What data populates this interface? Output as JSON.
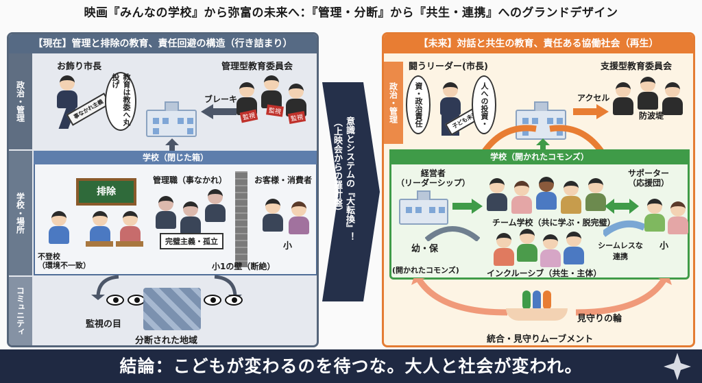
{
  "title": "映画『みんなの学校』から弥富の未来へ：『管理・分断』から『共生・連携』へのグランドデザイン",
  "left": {
    "header": "【現在】管理と排除の教育、責任回避の構造（行き詰まり）",
    "side_governance": "政治・管理",
    "side_school": "学校・場所",
    "side_community": "コミュニティ",
    "mayor_label": "お飾り市長",
    "mayor_bubble": "教育は教委へ丸投げ",
    "mayor_sash": "事なかれ主義",
    "board_label": "管理型教育委員会",
    "brake_label": "ブレーキ",
    "stamp_text": "監視",
    "school_header": "学校（閉じた箱）",
    "blackboard_text": "排除",
    "futoko_label": "不登校\n（環境不一致）",
    "manager_label": "管理職（事なかれ）",
    "perfection_label": "完璧主義・孤立",
    "customer_label": "お客様・消費者",
    "sho_label": "小",
    "wall_label": "小1の壁（断絶）",
    "eyes_label": "監視の目",
    "divided_label": "分断された地域"
  },
  "center": {
    "text_main": "意識とシステムの『大転換』！",
    "text_sub": "（上映会からの羅針盤）"
  },
  "right": {
    "header": "【未来】対話と共生の教育、責任ある協働社会（再生）",
    "side_governance": "政治・管理",
    "leader_label": "闘うリーダー(市長)",
    "bubble_left": "資・政治責任",
    "bubble_right": "人への投資・",
    "sash_text": "子ども未来",
    "board_label": "支援型教育委員会",
    "accel_label": "アクセル",
    "wave_label": "防波堤",
    "school_header": "学校（開かれたコモンズ）",
    "manager_label": "経営者\n（リーダーシップ）",
    "team_label": "チーム学校（共に学ぶ・脱完璧）",
    "supporter_label": "サポーター\n（応援団）",
    "kindergarten_label": "幼・保",
    "seamless_label": "シームレスな連携",
    "sho_label": "小",
    "commons_label": "(開かれたコモンズ)",
    "inclusive_label": "インクルーシブ（共生・主体）",
    "watch_label": "見守りの輪",
    "movement_label": "統合・見守りムーブメント"
  },
  "conclusion": "結論：こどもが変わるのを待つな。大人と社会が変われ。",
  "colors": {
    "left_accent": "#566a84",
    "right_accent": "#e87d33",
    "green": "#3f9b48",
    "bar": "#1f2942"
  }
}
